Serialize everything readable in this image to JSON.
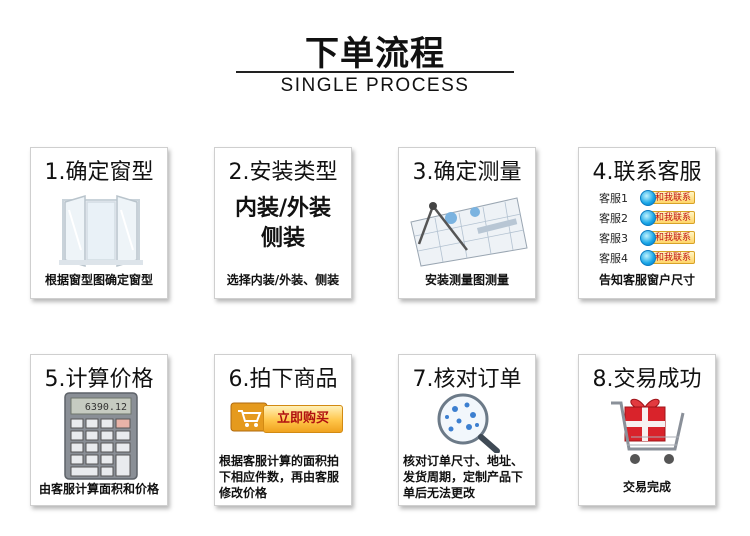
{
  "header": {
    "title": "下单流程",
    "subtitle": "SINGLE PROCESS"
  },
  "steps": [
    {
      "title": "1.确定窗型",
      "desc": "根据窗型图确定窗型",
      "icon": "window-icon"
    },
    {
      "title": "2.安装类型",
      "center_lines": [
        "内装/外装",
        "侧装"
      ],
      "desc": "选择内装/外装、侧装"
    },
    {
      "title": "3.确定测量",
      "desc": "安装测量图测量",
      "icon": "blueprint-tools-icon"
    },
    {
      "title": "4.联系客服",
      "desc": "告知客服窗户尺寸",
      "services": [
        {
          "label": "客服1",
          "button": "和我联系"
        },
        {
          "label": "客服2",
          "button": "和我联系"
        },
        {
          "label": "客服3",
          "button": "和我联系"
        },
        {
          "label": "客服4",
          "button": "和我联系"
        }
      ]
    },
    {
      "title": "5.计算价格",
      "desc": "由客服计算面积和价格",
      "icon": "calculator-icon",
      "display": "6390.12"
    },
    {
      "title": "6.拍下商品",
      "desc_lines": [
        "根据客服计算的面积拍",
        "下相应件数，再由客服",
        "修改价格"
      ],
      "button": "立即购买",
      "icon": "cart-button-icon"
    },
    {
      "title": "7.核对订单",
      "desc_lines": [
        "核对订单尺寸、地址、",
        "发货周期，定制产品下",
        "单后无法更改"
      ],
      "icon": "magnifier-icon"
    },
    {
      "title": "8.交易成功",
      "desc": "交易完成",
      "icon": "gift-cart-icon"
    }
  ],
  "colors": {
    "card_border": "#cfcfcf",
    "button_gold": "#ffc64a",
    "button_text_red": "#c01010"
  }
}
